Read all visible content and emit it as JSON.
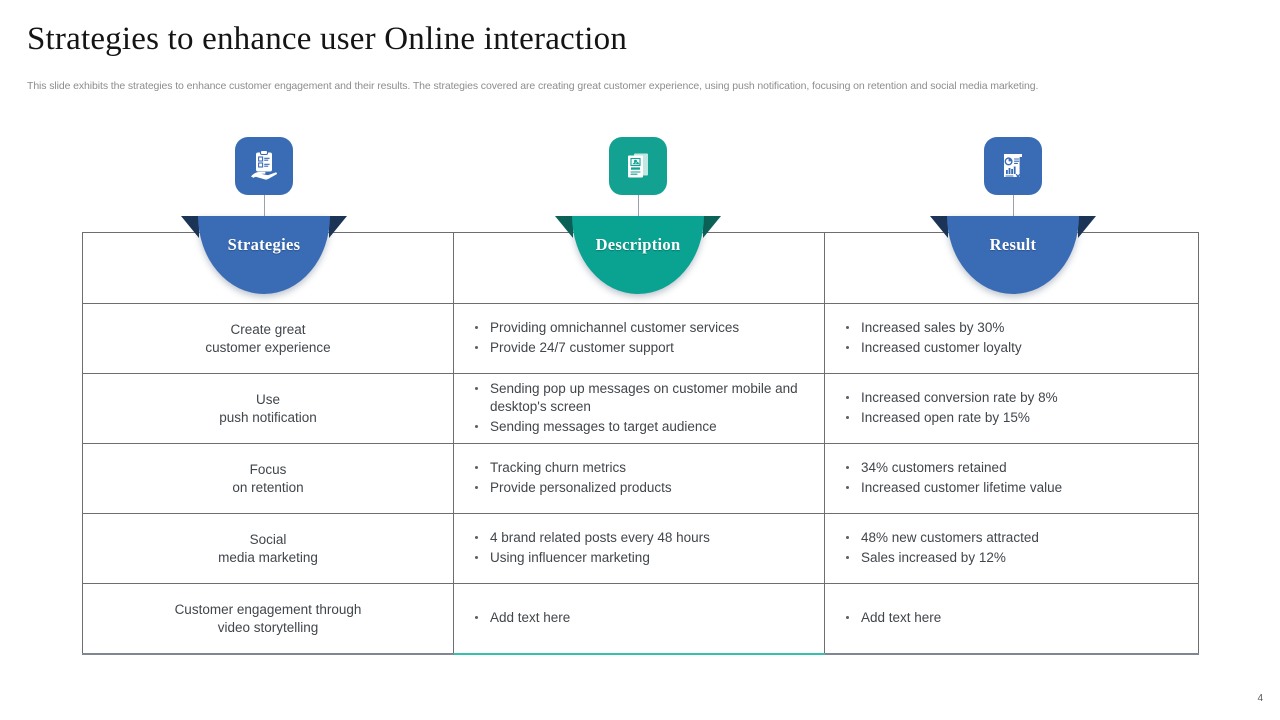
{
  "slide": {
    "title": "Strategies to enhance user Online interaction",
    "subtitle": "This slide exhibits the strategies to enhance customer engagement and their results. The strategies covered are creating great customer experience, using push notification, focusing on retention and social media marketing.",
    "page_number": "4"
  },
  "colors": {
    "blue": "#3a6cb5",
    "blue_dark": "#1c3557",
    "teal": "#0aa291",
    "teal_dark": "#0b6357",
    "teal_accent": "#35c0ad",
    "border_grey": "#6e6e6e",
    "text_grey": "#41464b",
    "subtitle_grey": "#8d8d8d"
  },
  "icons": [
    {
      "name": "clipboard-hand-icon",
      "badge_color": "#3a6cb5",
      "column": "Strategies"
    },
    {
      "name": "documents-icon",
      "badge_color": "#13a191",
      "column": "Description"
    },
    {
      "name": "report-chart-icon",
      "badge_color": "#3a6cb5",
      "column": "Result"
    }
  ],
  "table": {
    "headers": [
      {
        "label": "Strategies",
        "color": "blue"
      },
      {
        "label": "Description",
        "color": "teal"
      },
      {
        "label": "Result",
        "color": "blue"
      }
    ],
    "rows": [
      {
        "strategy": "Create great\ncustomer experience",
        "description": [
          "Providing omnichannel customer services",
          "Provide 24/7 customer support"
        ],
        "result": [
          "Increased sales by 30%",
          "Increased customer loyalty"
        ]
      },
      {
        "strategy": "Use\npush notification",
        "description": [
          "Sending pop up messages on customer mobile and desktop's screen",
          "Sending messages to target audience"
        ],
        "result": [
          "Increased conversion rate by 8%",
          "Increased open rate by 15%"
        ]
      },
      {
        "strategy": "Focus\non retention",
        "description": [
          "Tracking churn metrics",
          "Provide personalized products"
        ],
        "result": [
          "34% customers retained",
          "Increased customer lifetime value"
        ]
      },
      {
        "strategy": "Social\nmedia marketing",
        "description": [
          "4 brand related posts every 48 hours",
          "Using influencer marketing"
        ],
        "result": [
          "48% new customers attracted",
          "Sales increased by 12%"
        ]
      },
      {
        "strategy": "Customer engagement through\nvideo storytelling",
        "description": [
          "Add text here"
        ],
        "result": [
          "Add text here"
        ]
      }
    ]
  }
}
